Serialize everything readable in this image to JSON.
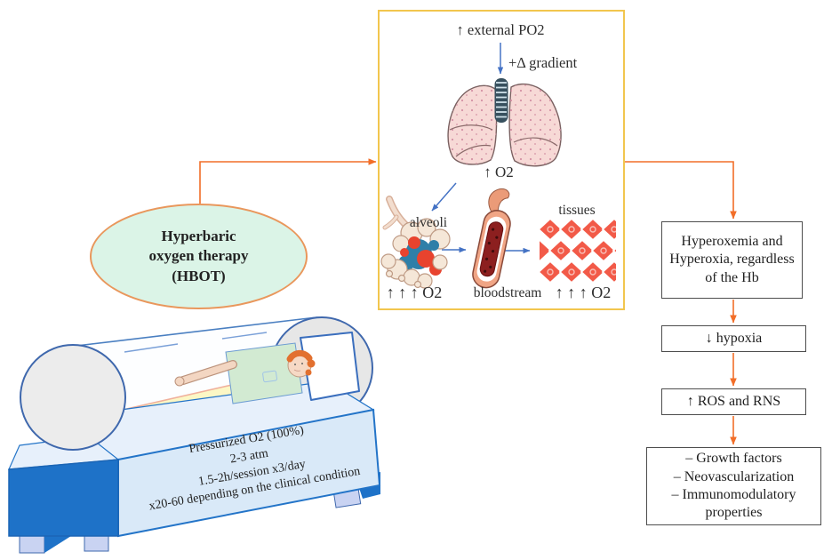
{
  "figure": {
    "hbot": {
      "lines": [
        "Hyperbaric",
        "oxygen therapy",
        "(HBOT)"
      ]
    },
    "panel": {
      "external_po2": "↑ external PO2",
      "gradient": "+Δ gradient",
      "lungs_o2": "↑ O2",
      "alveoli_label": "alveoli",
      "alveoli_o2": "↑ ↑ ↑ O2",
      "bloodstream_label": "bloodstream",
      "tissues_label": "tissues",
      "tissues_o2": "↑ ↑ ↑ O2"
    },
    "outcomes": {
      "box1": "Hyperoxemia and Hyperoxia, regardless of the Hb",
      "box2": "↓ hypoxia",
      "box3": "↑ ROS and RNS",
      "box4_lines": [
        "– Growth factors",
        "– Neovascularization",
        "– Immunomodulatory",
        "properties"
      ]
    },
    "chamber": {
      "lines": [
        "Pressurized O2 (100%)",
        "2-3 atm",
        "1.5-2h/session x3/day",
        "x20-60 depending on the clinical condition"
      ]
    },
    "colors": {
      "panel_border": "#F2C64E",
      "arrow_orange": "#F26E28",
      "arrow_blue": "#4472C4",
      "oval_fill": "#DBF4E7",
      "oval_border": "#E9975C",
      "box_border": "#4D4D4D",
      "chamber_dark_blue": "#1E72C8",
      "chamber_light_blue": "#D9E9F8"
    }
  }
}
